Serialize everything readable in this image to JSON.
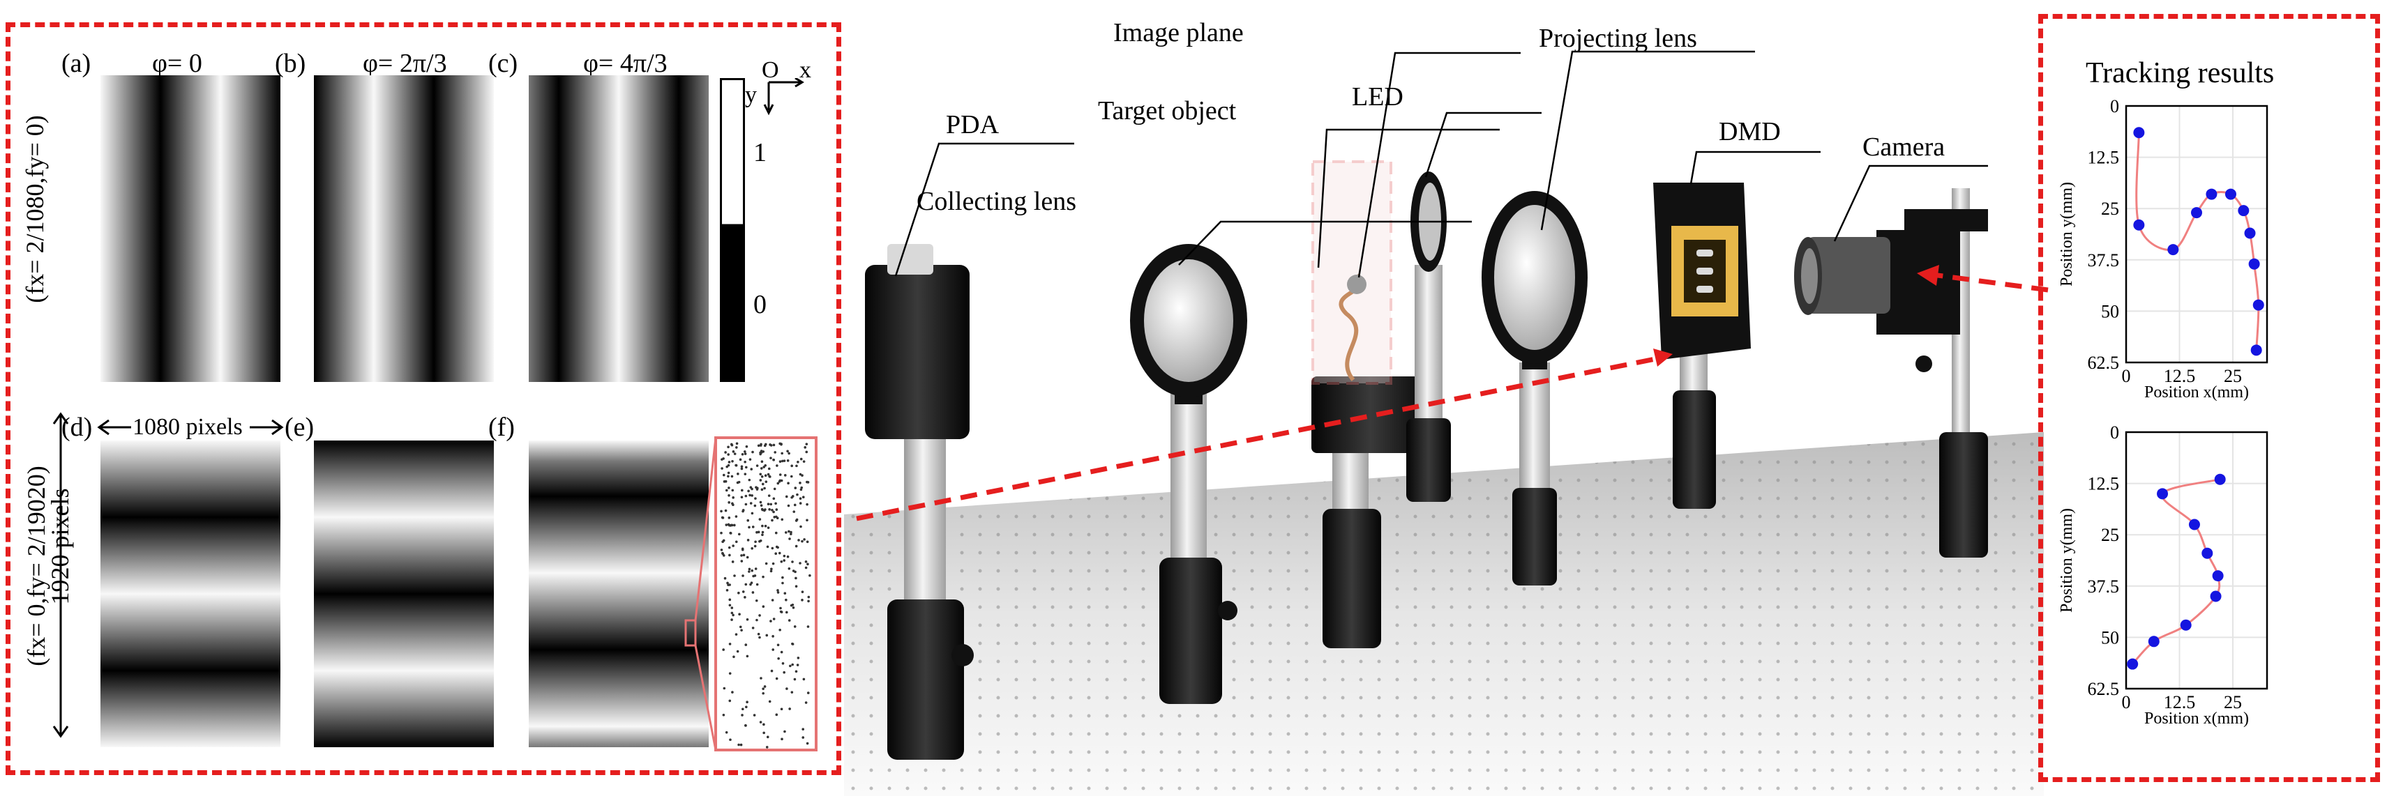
{
  "left_panel": {
    "row1": {
      "side_label": "(fx= 2/1080,fy= 0)",
      "images": [
        {
          "tag": "(a)",
          "phase": "φ= 0"
        },
        {
          "tag": "(b)",
          "phase": "φ= 2π/3"
        },
        {
          "tag": "(c)",
          "phase": "φ= 4π/3"
        }
      ],
      "axis": {
        "origin": "O",
        "x": "x",
        "y": "y"
      },
      "colorbar": {
        "top": "1",
        "bottom": "0"
      }
    },
    "row2": {
      "side_label": "(fx= 0,fy= 2/19020)",
      "height_label": "1920 pixels",
      "width_label": "1080 pixels",
      "images": [
        {
          "tag": "(d)"
        },
        {
          "tag": "(e)"
        },
        {
          "tag": "(f)"
        }
      ]
    }
  },
  "setup": {
    "labels": {
      "pda": "PDA",
      "collecting_lens": "Collecting lens",
      "target_object": "Target object",
      "image_plane": "Image plane",
      "led": "LED",
      "projecting_lens": "Projecting lens",
      "dmd": "DMD",
      "camera": "Camera"
    }
  },
  "tracking": {
    "title": "Tracking results",
    "colors": {
      "points": "#1515e0",
      "curve": "#f08080",
      "arrow": "#e51e1e"
    },
    "charts": [
      {
        "type": "scatter",
        "xlabel": "Position x(mm)",
        "ylabel": "Position y(mm)",
        "xticks": [
          "0",
          "12.5",
          "25"
        ],
        "yticks": [
          "0",
          "12.5",
          "25",
          "37.5",
          "50",
          "62.5"
        ],
        "xlim": [
          0,
          33
        ],
        "ylim": [
          0,
          62.5
        ],
        "y_inverted": true,
        "points": {
          "x": [
            3.0,
            3.0,
            11.0,
            16.5,
            20.0,
            24.5,
            27.5,
            29.0,
            30.0,
            31.0,
            30.5
          ],
          "y": [
            6.5,
            29.0,
            35.0,
            26.0,
            21.5,
            21.5,
            25.5,
            31.0,
            38.5,
            48.5,
            59.5
          ]
        }
      },
      {
        "type": "scatter",
        "xlabel": "Position x(mm)",
        "ylabel": "Position y(mm)",
        "xticks": [
          "0",
          "12.5",
          "25"
        ],
        "yticks": [
          "0",
          "12.5",
          "25",
          "37.5",
          "50",
          "62.5"
        ],
        "xlim": [
          0,
          33
        ],
        "ylim": [
          0,
          62.5
        ],
        "y_inverted": true,
        "points": {
          "x": [
            22.0,
            8.5,
            16.0,
            19.0,
            21.5,
            21.0,
            14.0,
            6.5,
            1.5
          ],
          "y": [
            11.5,
            15.0,
            22.5,
            29.5,
            35.0,
            40.0,
            47.0,
            51.0,
            56.5
          ]
        }
      }
    ]
  }
}
